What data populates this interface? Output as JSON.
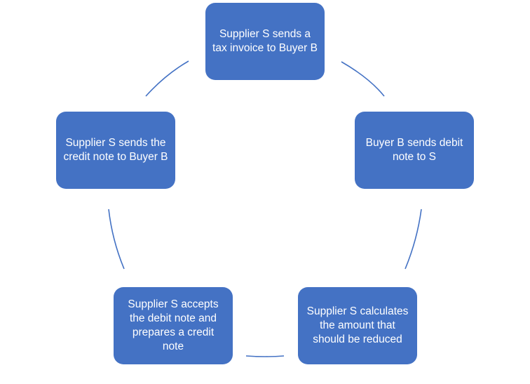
{
  "diagram": {
    "type": "cycle",
    "colors": {
      "node_fill": "#4472c4",
      "node_text": "#ffffff",
      "connector": "#4472c4",
      "background": "#ffffff"
    },
    "steps": [
      {
        "id": "step-1",
        "text": "Supplier S sends a tax invoice to Buyer B"
      },
      {
        "id": "step-2",
        "text": "Buyer B sends debit note to S"
      },
      {
        "id": "step-3",
        "text": "Supplier S calculates the amount that should be reduced"
      },
      {
        "id": "step-4",
        "text": "Supplier S accepts the debit note and prepares a credit note"
      },
      {
        "id": "step-5",
        "text": "Supplier S sends the credit note to Buyer B"
      }
    ]
  }
}
